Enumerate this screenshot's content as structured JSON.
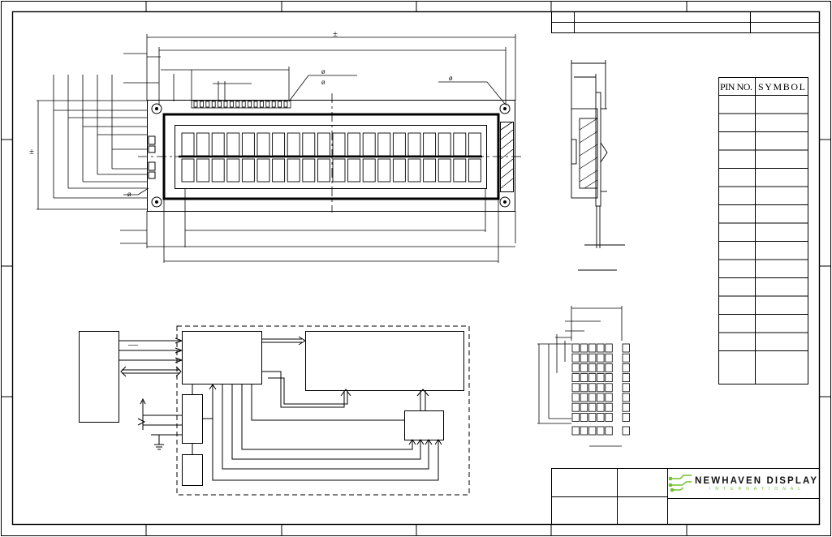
{
  "drawing": {
    "tolerance_symbol": "±",
    "dim_marks": {
      "top_overall": "±",
      "left_overall": "±",
      "hole_note": "ø",
      "bezel_note": "ø",
      "corner_note": "ø",
      "bottom_left_note": "ø"
    },
    "pin_table": {
      "headers": [
        "PIN NO.",
        "SYMBOL"
      ],
      "row_count": 15
    },
    "block_diagram": {
      "input_mark": "—"
    },
    "logo": {
      "brand": "NEWHAVEN DISPLAY",
      "subtitle": "INTERNATIONAL",
      "brand_color": "#6fbf2a"
    }
  }
}
